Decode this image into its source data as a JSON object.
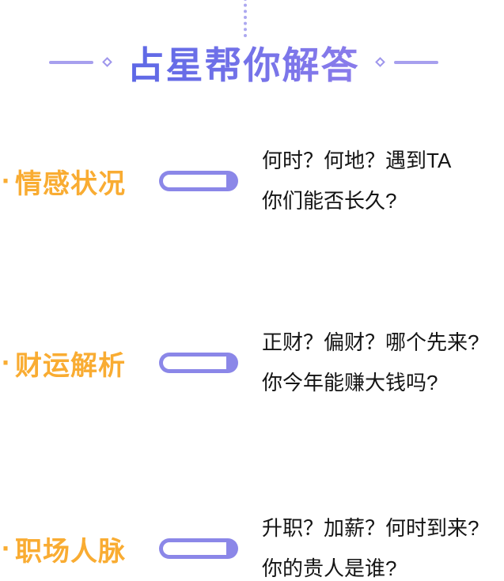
{
  "header": {
    "title": "占星帮你解答"
  },
  "sections": [
    {
      "bullet": "·",
      "label": "情感状况",
      "line1": "何时？何地？遇到TA",
      "line2": "你们能否长久?"
    },
    {
      "bullet": "·",
      "label": "财运解析",
      "line1": "正财？偏财？哪个先来?",
      "line2": "你今年能赚大钱吗?"
    },
    {
      "bullet": "·",
      "label": "职场人脉",
      "line1": "升职？加薪？何时到来?",
      "line2": "你的贵人是谁?"
    }
  ],
  "colors": {
    "title_gradient_start": "#5D68E6",
    "title_gradient_end": "#8A7CEB",
    "label_yellow": "#F9AC32",
    "capsule_purple": "#8B87E8",
    "decor_purple": "#A79FEE",
    "body_text": "#141414"
  }
}
